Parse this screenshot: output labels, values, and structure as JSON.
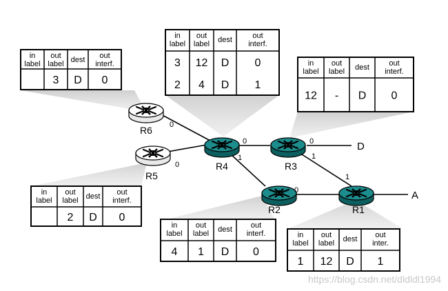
{
  "colors": {
    "teal": "#1d8c8c",
    "teal_dark": "#0d5f5f",
    "white_router": "#ffffff",
    "beam": "#dcdcdc",
    "line": "#000000"
  },
  "routers": [
    {
      "id": "R1",
      "label": "R1",
      "style": "teal"
    },
    {
      "id": "R2",
      "label": "R2",
      "style": "teal"
    },
    {
      "id": "R3",
      "label": "R3",
      "style": "teal"
    },
    {
      "id": "R4",
      "label": "R4",
      "style": "teal"
    },
    {
      "id": "R5",
      "label": "R5",
      "style": "white"
    },
    {
      "id": "R6",
      "label": "R6",
      "style": "white"
    }
  ],
  "endpoints": [
    {
      "id": "D",
      "label": "D"
    },
    {
      "id": "A",
      "label": "A"
    }
  ],
  "interface_labels": [
    {
      "id": "r6-0",
      "text": "0"
    },
    {
      "id": "r5-0",
      "text": "0"
    },
    {
      "id": "r4-0",
      "text": "0"
    },
    {
      "id": "r4-1",
      "text": "1"
    },
    {
      "id": "r3-0",
      "text": "0"
    },
    {
      "id": "r3-1",
      "text": "1"
    },
    {
      "id": "r2-0",
      "text": "0"
    },
    {
      "id": "r1-1",
      "text": "1"
    }
  ],
  "tables": [
    {
      "id": "R6",
      "headers": [
        "in\nlabel",
        "out\nlabel",
        "dest",
        "out\ninterf."
      ],
      "rows": [
        [
          "",
          "3",
          "D",
          "0"
        ]
      ]
    },
    {
      "id": "R4",
      "headers": [
        "in\nlabel",
        "out\nlabel",
        "dest",
        "out\ninterf."
      ],
      "rows": [
        [
          "3",
          "12",
          "D",
          "0"
        ],
        [
          "2",
          "4",
          "D",
          "1"
        ]
      ]
    },
    {
      "id": "R3",
      "headers": [
        "in\nlabel",
        "out\nlabel",
        "dest",
        "out\ninterf."
      ],
      "rows": [
        [
          "12",
          "-",
          "D",
          "0"
        ]
      ]
    },
    {
      "id": "R5",
      "headers": [
        "in\nlabel",
        "out\nlabel",
        "dest",
        "out\ninterf."
      ],
      "rows": [
        [
          "",
          "2",
          "D",
          "0"
        ]
      ]
    },
    {
      "id": "R2",
      "headers": [
        "in\nlabel",
        "out\nlabel",
        "dest",
        "out\ninterf."
      ],
      "rows": [
        [
          "4",
          "1",
          "D",
          "0"
        ]
      ]
    },
    {
      "id": "R1",
      "headers": [
        "in\nlabel",
        "out\nlabel",
        "dest",
        "out\ninter."
      ],
      "rows": [
        [
          "1",
          "12",
          "D",
          "1"
        ]
      ]
    }
  ],
  "watermark": "https://blog.csdn.net/dldldl1994"
}
